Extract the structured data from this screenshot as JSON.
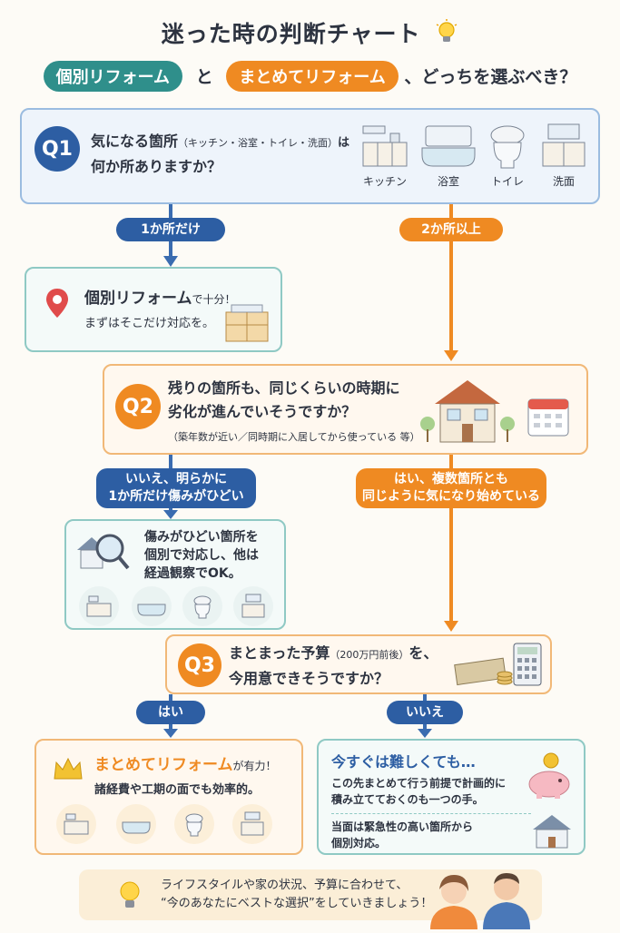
{
  "title": "迷った時の判断チャート",
  "subtitle": {
    "left_pill": "個別リフォーム",
    "connector": "と",
    "right_pill": "まとめてリフォーム",
    "suffix": "、どっちを選ぶべき？"
  },
  "q1": {
    "badge": "Q1",
    "line1_main": "気になる箇所",
    "line1_note": "（キッチン・浴室・トイレ・洗面）",
    "line1_end": "は",
    "line2": "何か所ありますか？",
    "icons": [
      "キッチン",
      "浴室",
      "トイレ",
      "洗面"
    ]
  },
  "q1_branches": {
    "left": "1か所だけ",
    "right": "2か所以上"
  },
  "result_single": {
    "head": "個別リフォーム",
    "head_tail": "で十分！",
    "body": "まずはそこだけ対応を。"
  },
  "q2": {
    "badge": "Q2",
    "line1": "残りの箇所も、同じくらいの時期に",
    "line2": "劣化が進んでいそうですか？",
    "note": "（築年数が近い／同時期に入居してから使っている 等）"
  },
  "q2_branches": {
    "left_line1": "いいえ、明らかに",
    "left_line2": "1か所だけ傷みがひどい",
    "right_line1": "はい、複数箇所とも",
    "right_line2": "同じように気になり始めている"
  },
  "result_partial": {
    "line1": "傷みがひどい箇所を",
    "line2": "個別で対応し、他は",
    "line3": "経過観察でOK。"
  },
  "q3": {
    "badge": "Q3",
    "line1_main": "まとまった予算",
    "line1_note": "（200万円前後）",
    "line1_end": "を、",
    "line2": "今用意できそうですか？"
  },
  "q3_branches": {
    "left": "はい",
    "right": "いいえ"
  },
  "result_bulk": {
    "head": "まとめてリフォーム",
    "head_tail": "が有力！",
    "body": "諸経費や工期の面でも効率的。"
  },
  "result_save": {
    "head": "今すぐは難しくても…",
    "line1": "この先まとめて行う前提で計画的に",
    "line2": "積み立てておくのも一つの手。",
    "line3": "当面は緊急性の高い箇所から",
    "line4": "個別対応。"
  },
  "footer": {
    "line1": "ライフスタイルや家の状況、予算に合わせて、",
    "line2": "“今のあなたにベストな選択”をしていきましょう！"
  },
  "colors": {
    "teal": "#2f8f8b",
    "orange": "#ef8a22",
    "navy": "#2d5ea3",
    "background": "#fdfbf6"
  }
}
